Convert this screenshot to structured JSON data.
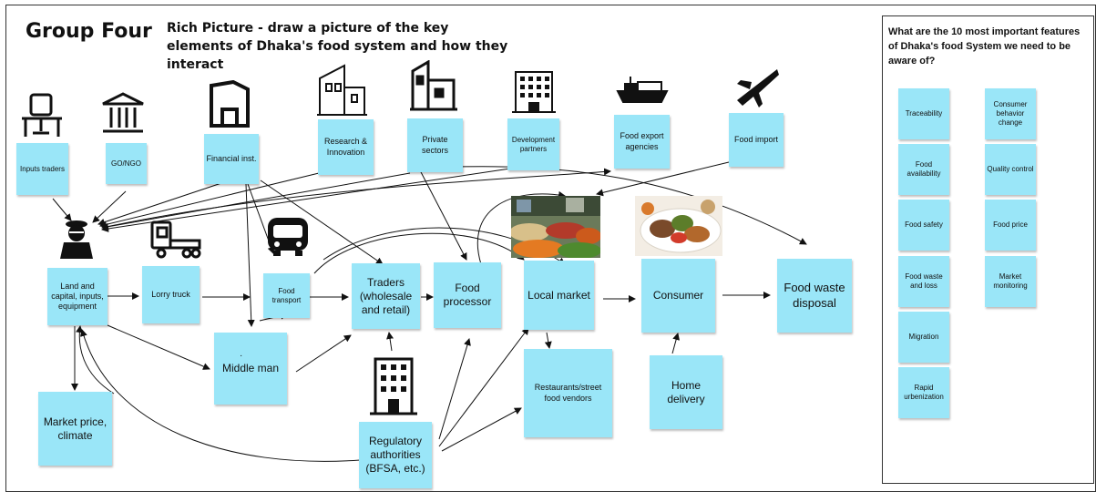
{
  "header": {
    "title": "Group Four",
    "subtitle": "Rich Picture - draw a picture of the key elements of Dhaka's food system and how they interact"
  },
  "nodes": {
    "inputs_traders": "Inputs traders",
    "go_ngo": "GO/NGO",
    "financial_inst": "Financial inst.",
    "research_innovation": "Research & Innovation",
    "private_sectors": "Private sectors",
    "development_partners": "Development partners",
    "food_export_agencies": "Food export agencies",
    "food_import": "Food import",
    "land_capital": "Land and capital, inputs, equipment",
    "lorry_truck": "Lorry truck",
    "food_transport": "Food transport",
    "traders": "Traders (wholesale and retail)",
    "food_processor": "Food processor",
    "local_market": "Local market",
    "consumer": "Consumer",
    "food_waste_disposal": "Food waste disposal",
    "middle_man": "Middle man",
    "middle_man_mark": "·",
    "market_price_climate": "Market price, climate",
    "regulatory_authorities": "Regulatory authorities (BFSA, etc.)",
    "restaurants_vendors": "Restaurants/street food vendors",
    "home_delivery": "Home delivery"
  },
  "features_panel": {
    "title": "What are the 10 most important features of  Dhaka's food System we need to be aware of?",
    "column1": [
      "Traceability",
      "Food availability",
      "Food safety",
      "Food waste and loss",
      "Migration",
      "Rapid urbenization"
    ],
    "column2": [
      "Consumer behavior change",
      "Quality control",
      "Food price",
      "Market monitoring"
    ]
  },
  "colors": {
    "sticky_note": "#9ae6f8",
    "ink": "#111111"
  }
}
